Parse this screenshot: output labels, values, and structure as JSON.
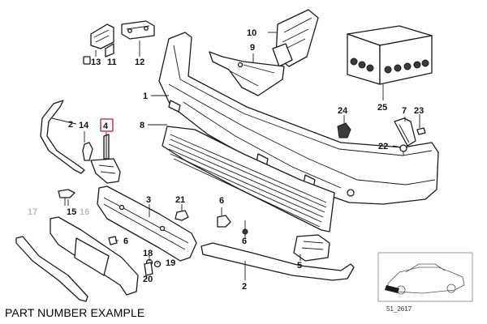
{
  "caption": "PART NUMBER EXAMPLE",
  "diagram_code": "51_2617",
  "highlight_color": "#c8102e",
  "callouts": {
    "c1": "1",
    "c2_left": "2",
    "c2_bottom": "2",
    "c3": "3",
    "c4": "4",
    "c5": "5",
    "c6_left": "6",
    "c6_mid": "6",
    "c7": "7",
    "c8": "8",
    "c9": "9",
    "c10": "10",
    "c11": "11",
    "c12": "12",
    "c13": "13",
    "c14": "14",
    "c15": "15",
    "c16": "16",
    "c17": "17",
    "c18": "18",
    "c19": "19",
    "c20": "20",
    "c21": "21",
    "c22": "22",
    "c23": "23",
    "c24": "24",
    "c25": "25"
  }
}
